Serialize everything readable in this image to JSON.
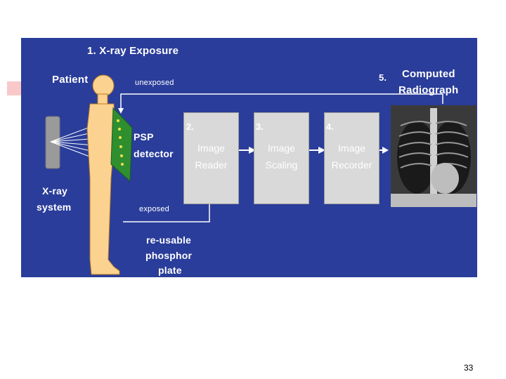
{
  "steps": {
    "exposure": "1. X-ray Exposure",
    "reader_num": "2.",
    "reader": [
      "Image",
      "Reader"
    ],
    "scaling_num": "3.",
    "scaling": [
      "Image",
      "Scaling"
    ],
    "recorder_num": "4.",
    "recorder": [
      "Image",
      "Recorder"
    ],
    "output_num": "5.",
    "output": [
      "Computed",
      "Radiograph"
    ]
  },
  "labels": {
    "patient": "Patient",
    "xray_system": [
      "X-ray",
      "system"
    ],
    "psp_detector": [
      "PSP",
      "detector"
    ],
    "unexposed": "unexposed",
    "exposed": "exposed",
    "plate": [
      "re-usable",
      "phosphor",
      "plate"
    ]
  },
  "colors": {
    "panel": "#2a3d9a",
    "body": "#fbd290",
    "detector": "#2f8f2f",
    "box": "#d9d9d9"
  },
  "page_number": "33"
}
